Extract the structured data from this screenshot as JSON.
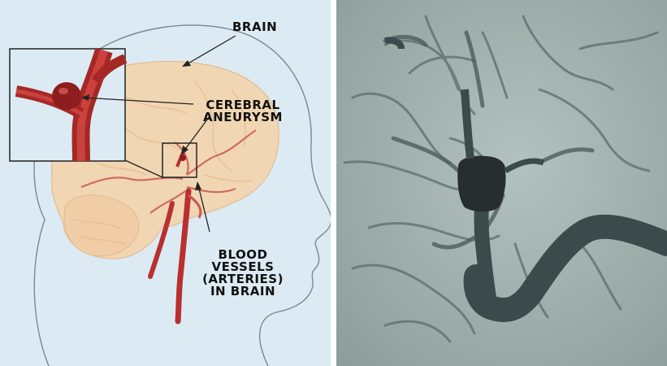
{
  "labels": {
    "brain": "BRAIN",
    "cerebral_line1": "CEREBRAL",
    "cerebral_line2": "ANEURYSM",
    "vessels_line1": "BLOOD",
    "vessels_line2": "VESSELS",
    "vessels_line3": "(ARTERIES)",
    "vessels_line4": "IN BRAIN"
  },
  "colors": {
    "illustration_background": "#dcebf3",
    "brain": "#f3d5b0",
    "artery": "#b9302f",
    "angiogram_background": "#9fb0ad",
    "angiogram_vessel": "#3b4a4a"
  }
}
